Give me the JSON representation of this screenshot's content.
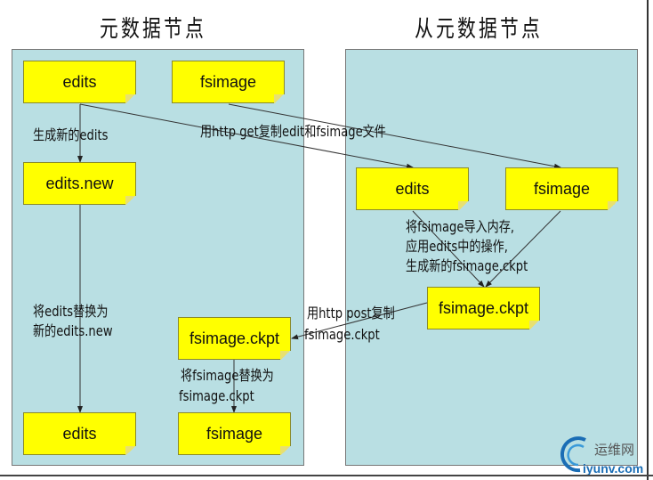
{
  "titles": {
    "primary": "元数据节点",
    "secondary": "从元数据节点"
  },
  "primary_nodes": {
    "edits": "edits",
    "fsimage": "fsimage",
    "edits_new": "edits.new",
    "ckpt": "fsimage.ckpt",
    "edits_final": "edits",
    "fsimage_final": "fsimage"
  },
  "secondary_nodes": {
    "edits": "edits",
    "fsimage": "fsimage",
    "ckpt": "fsimage.ckpt"
  },
  "labels": {
    "gen_edits": "生成新的edits",
    "http_get": "用http get复制edit和fsimage文件",
    "merge": [
      "将fsimage导入内存,",
      "应用edits中的操作,",
      "生成新的fsimage.ckpt"
    ],
    "replace_edits": [
      "将edits替换为",
      "新的edits.new"
    ],
    "http_post": [
      "用http post复制",
      "fsimage.ckpt"
    ],
    "replace_fsimage": [
      "将fsimage替换为",
      "fsimage.ckpt"
    ]
  },
  "watermark": {
    "cn": "运维网",
    "en": "iyunv.com"
  },
  "colors": {
    "panel": "#b9dfe3",
    "box": "#ffff00"
  }
}
